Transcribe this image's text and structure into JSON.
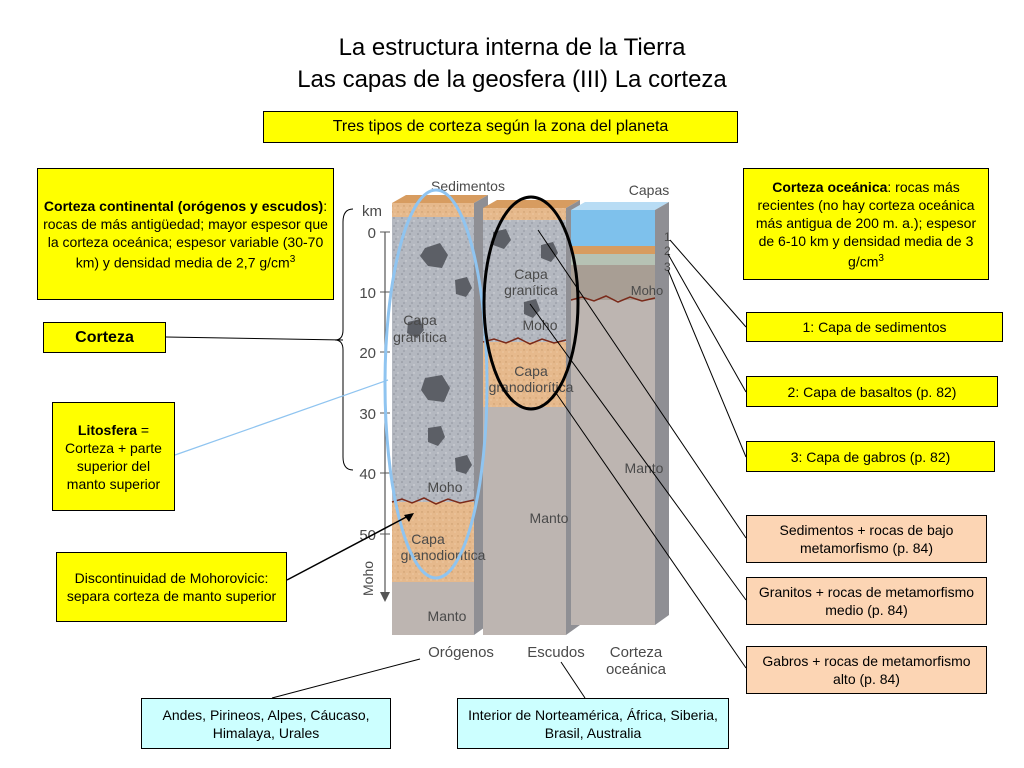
{
  "title_line1": "La estructura interna de la Tierra",
  "title_line2": "Las capas de la geosfera (III) La corteza",
  "subtitle": "Tres tipos de corteza según la zona del planeta",
  "left": {
    "continental_bold": "Corteza continental (orógenos y escudos)",
    "continental_rest": ": rocas de más antigüedad; mayor espesor que la corteza oceánica; espesor variable (30-70 km) y densidad media de 2,7 g/cm",
    "continental_sup": "3",
    "corteza": "Corteza",
    "litosfera_bold": "Litosfera",
    "litosfera_rest": " = Corteza + parte superior del manto superior",
    "moho_desc": "Discontinuidad de Mohorovicic: separa corteza de manto superior"
  },
  "right": {
    "oceanica_bold": "Corteza oceánica",
    "oceanica_rest": ": rocas más recientes (no hay corteza oceánica más antigua de 200 m. a.); espesor de 6-10 km y densidad media de 3 g/cm",
    "oceanica_sup": "3",
    "layer1": "1: Capa de sedimentos",
    "layer2": "2: Capa de basaltos (p. 82)",
    "layer3": "3: Capa de gabros (p. 82)",
    "sedimentos": "Sedimentos + rocas de bajo metamorfismo (p. 84)",
    "granitos": "Granitos + rocas de metamorfismo medio (p. 84)",
    "gabros": "Gabros + rocas de metamorfismo alto (p. 84)"
  },
  "bottom": {
    "orogenos_examples": "Andes, Pirineos, Alpes, Cáucaso, Himalaya, Urales",
    "escudos_examples": "Interior de Norteamérica, África, Siberia, Brasil, Australia"
  },
  "diagram": {
    "km": "km",
    "axis_ticks": [
      "0",
      "10",
      "20",
      "30",
      "40",
      "50"
    ],
    "moho_axis": "Moho",
    "sedimentos": "Sedimentos",
    "capas": "Capas",
    "capa_granitica_1a": "Capa",
    "capa_granitica_1b": "granítica",
    "moho_1": "Moho",
    "capa_granodioritica_1a": "Capa",
    "capa_granodioritica_1b": "granodiorítica",
    "manto_1": "Manto",
    "capa_granitica_2a": "Capa",
    "capa_granitica_2b": "granítica",
    "moho_2": "Moho",
    "capa_granodioritica_2a": "Capa",
    "capa_granodioritica_2b": "granodiorítica",
    "manto_2": "Manto",
    "n1": "1",
    "n2": "2",
    "n3": "3",
    "moho_3": "Moho",
    "manto_3": "Manto",
    "orogenos": "Orógenos",
    "escudos": "Escudos",
    "corteza_oceanica_a": "Corteza",
    "corteza_oceanica_b": "oceánica"
  }
}
